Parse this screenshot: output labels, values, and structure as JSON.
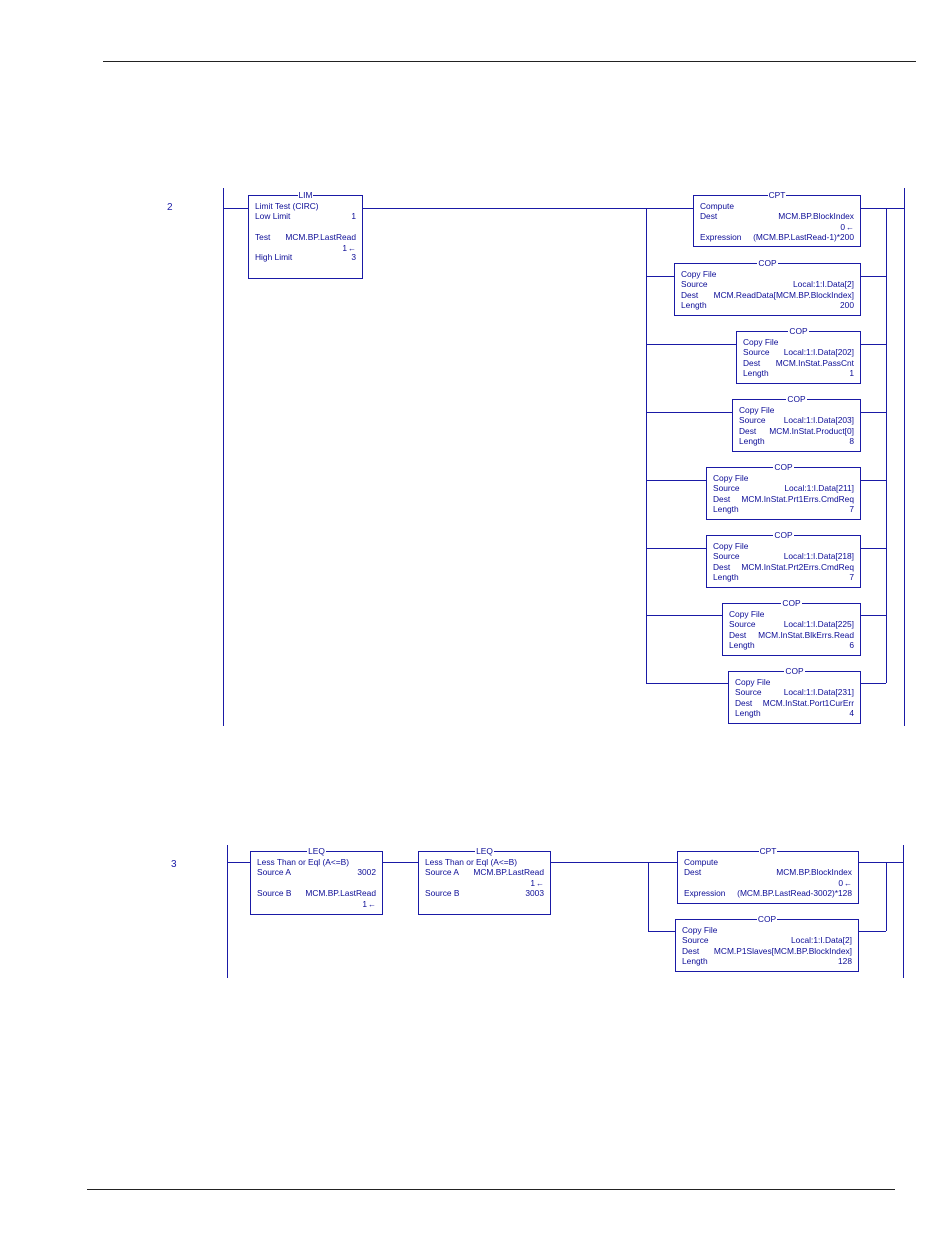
{
  "rungs": [
    {
      "number": "2",
      "lim": {
        "title": "LIM",
        "name": "Limit Test (CIRC)",
        "low_label": "Low Limit",
        "low_value": "1",
        "test_label": "Test",
        "test_tag": "MCM.BP.LastRead",
        "test_value": "1",
        "high_label": "High Limit",
        "high_value": "3"
      },
      "cpt": {
        "title": "CPT",
        "name": "Compute",
        "dest_label": "Dest",
        "dest_tag": "MCM.BP.BlockIndex",
        "dest_value": "0",
        "expr_label": "Expression",
        "expr": "(MCM.BP.LastRead-1)*200"
      },
      "cops": [
        {
          "title": "COP",
          "name": "Copy File",
          "source_label": "Source",
          "source": "Local:1:I.Data[2]",
          "dest_label": "Dest",
          "dest": "MCM.ReadData[MCM.BP.BlockIndex]",
          "length_label": "Length",
          "length": "200"
        },
        {
          "title": "COP",
          "name": "Copy File",
          "source_label": "Source",
          "source": "Local:1:I.Data[202]",
          "dest_label": "Dest",
          "dest": "MCM.InStat.PassCnt",
          "length_label": "Length",
          "length": "1"
        },
        {
          "title": "COP",
          "name": "Copy File",
          "source_label": "Source",
          "source": "Local:1:I.Data[203]",
          "dest_label": "Dest",
          "dest": "MCM.InStat.Product[0]",
          "length_label": "Length",
          "length": "8"
        },
        {
          "title": "COP",
          "name": "Copy File",
          "source_label": "Source",
          "source": "Local:1:I.Data[211]",
          "dest_label": "Dest",
          "dest": "MCM.InStat.Prt1Errs.CmdReq",
          "length_label": "Length",
          "length": "7"
        },
        {
          "title": "COP",
          "name": "Copy File",
          "source_label": "Source",
          "source": "Local:1:I.Data[218]",
          "dest_label": "Dest",
          "dest": "MCM.InStat.Prt2Errs.CmdReq",
          "length_label": "Length",
          "length": "7"
        },
        {
          "title": "COP",
          "name": "Copy File",
          "source_label": "Source",
          "source": "Local:1:I.Data[225]",
          "dest_label": "Dest",
          "dest": "MCM.InStat.BlkErrs.Read",
          "length_label": "Length",
          "length": "6"
        },
        {
          "title": "COP",
          "name": "Copy File",
          "source_label": "Source",
          "source": "Local:1:I.Data[231]",
          "dest_label": "Dest",
          "dest": "MCM.InStat.Port1CurErr",
          "length_label": "Length",
          "length": "4"
        }
      ]
    },
    {
      "number": "3",
      "leq1": {
        "title": "LEQ",
        "name": "Less Than or Eql (A<=B)",
        "a_label": "Source A",
        "a_value": "3002",
        "b_label": "Source B",
        "b_tag": "MCM.BP.LastRead",
        "b_value": "1"
      },
      "leq2": {
        "title": "LEQ",
        "name": "Less Than or Eql (A<=B)",
        "a_label": "Source A",
        "a_tag": "MCM.BP.LastRead",
        "a_value": "1",
        "b_label": "Source B",
        "b_value": "3003"
      },
      "cpt": {
        "title": "CPT",
        "name": "Compute",
        "dest_label": "Dest",
        "dest_tag": "MCM.BP.BlockIndex",
        "dest_value": "0",
        "expr_label": "Expression",
        "expr": "(MCM.BP.LastRead-3002)*128"
      },
      "cop": {
        "title": "COP",
        "name": "Copy File",
        "source_label": "Source",
        "source": "Local:1:I.Data[2]",
        "dest_label": "Dest",
        "dest": "MCM.P1Slaves[MCM.BP.BlockIndex]",
        "length_label": "Length",
        "length": "128"
      }
    }
  ]
}
